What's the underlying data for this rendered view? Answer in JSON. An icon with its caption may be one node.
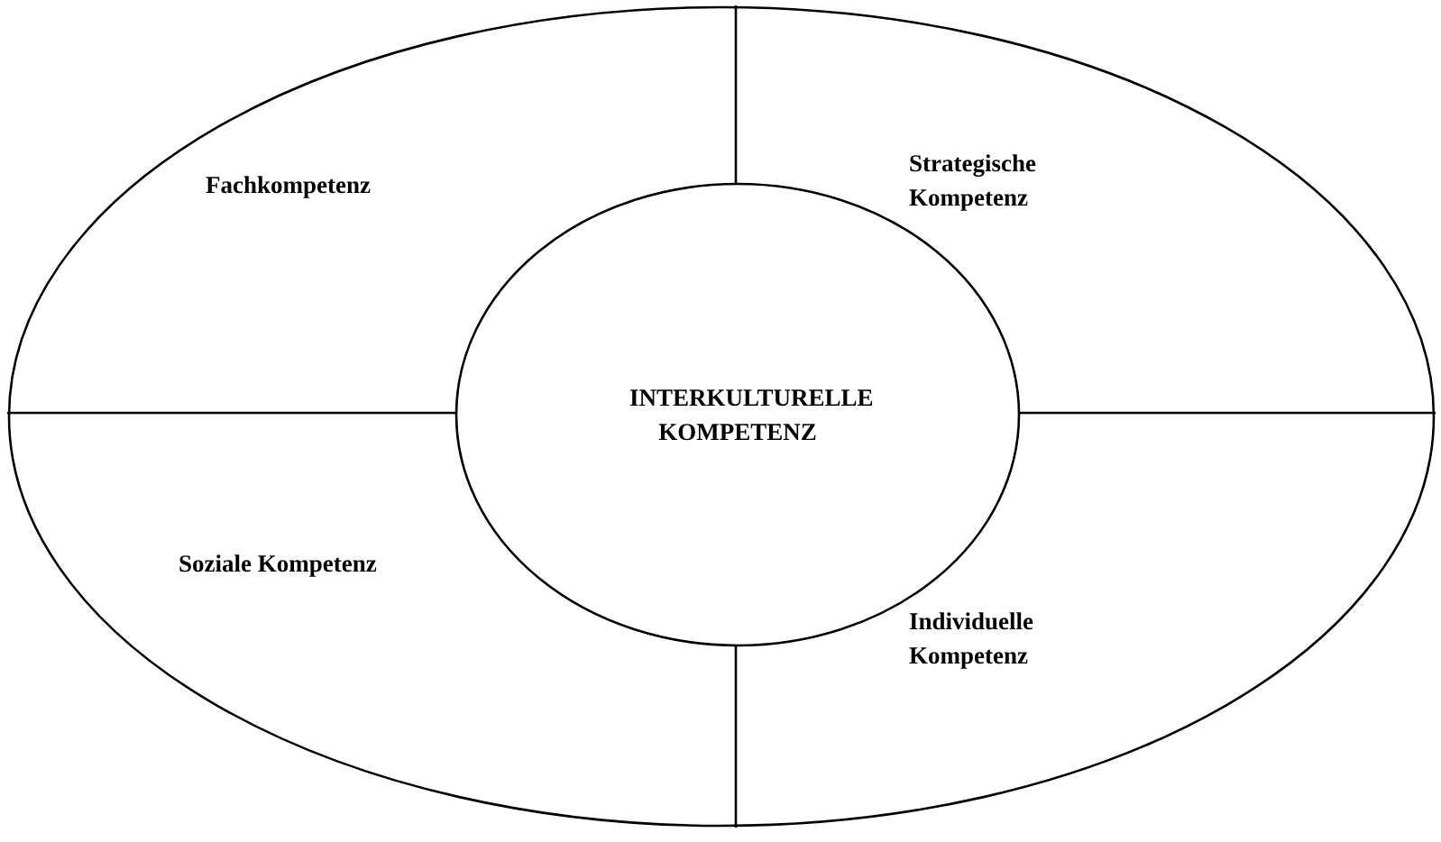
{
  "diagram": {
    "nodes": [
      {
        "text": [],
        "shape": "ellipse"
      },
      {
        "text": [
          "Fachkompetenz"
        ],
        "in": 0
      },
      {
        "text": [
          "Strategische Kompetenz"
        ],
        "in": 0
      },
      {
        "text": [
          "INTERKULTURELLE KOMPETENZ"
        ],
        "in": 0
      },
      {
        "text": [
          "Soziale Kompetenz"
        ],
        "in": 0
      },
      {
        "text": [
          "Individuelle Kompetenz"
        ],
        "in": 0
      }
    ]
  }
}
